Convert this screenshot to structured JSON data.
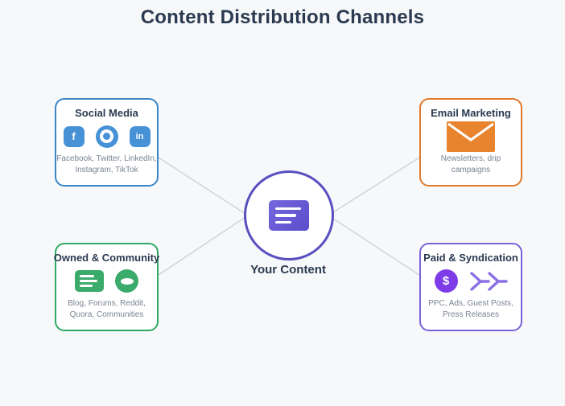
{
  "page_title": "Content Distribution Channels",
  "center": {
    "label": "Your Content",
    "icon": "content-document-icon"
  },
  "nodes": [
    {
      "title": "Social Media",
      "description_lines": [
        "Facebook, Twitter, LinkedIn,",
        "Instagram, TikTok"
      ],
      "accent": "#3b86c8",
      "icons": [
        "facebook-icon",
        "twitter-target-icon",
        "linkedin-icon"
      ],
      "facebook_glyph": "f",
      "linkedin_glyph": "in"
    },
    {
      "title": "Email Marketing",
      "description_lines": [
        "Newsletters, drip",
        "campaigns"
      ],
      "accent": "#e0792b",
      "icons": [
        "envelope-icon"
      ]
    },
    {
      "title": "Owned & Community",
      "description_lines": [
        "Blog, Forums, Reddit,",
        "Quora, Communities"
      ],
      "accent": "#2fa963",
      "icons": [
        "blog-lines-icon",
        "community-lens-icon"
      ]
    },
    {
      "title": "Paid & Syndication",
      "description_lines": [
        "PPC, Ads, Guest Posts,",
        "Press Releases"
      ],
      "accent": "#7a62d8",
      "icons": [
        "dollar-icon",
        "syndication-arrows-icon"
      ],
      "dollar_glyph": "$"
    }
  ],
  "colors": {
    "background": "#f6f8fa",
    "heading_text": "#2b3a50",
    "muted_text": "#7a8494",
    "connector_line": "#cfd5dc",
    "social_blue": "#4791d6",
    "email_orange": "#e8832e",
    "owned_green": "#3bab6c",
    "paid_purple": "#7d3ce8",
    "center_border_purple": "#5a4fc0"
  }
}
